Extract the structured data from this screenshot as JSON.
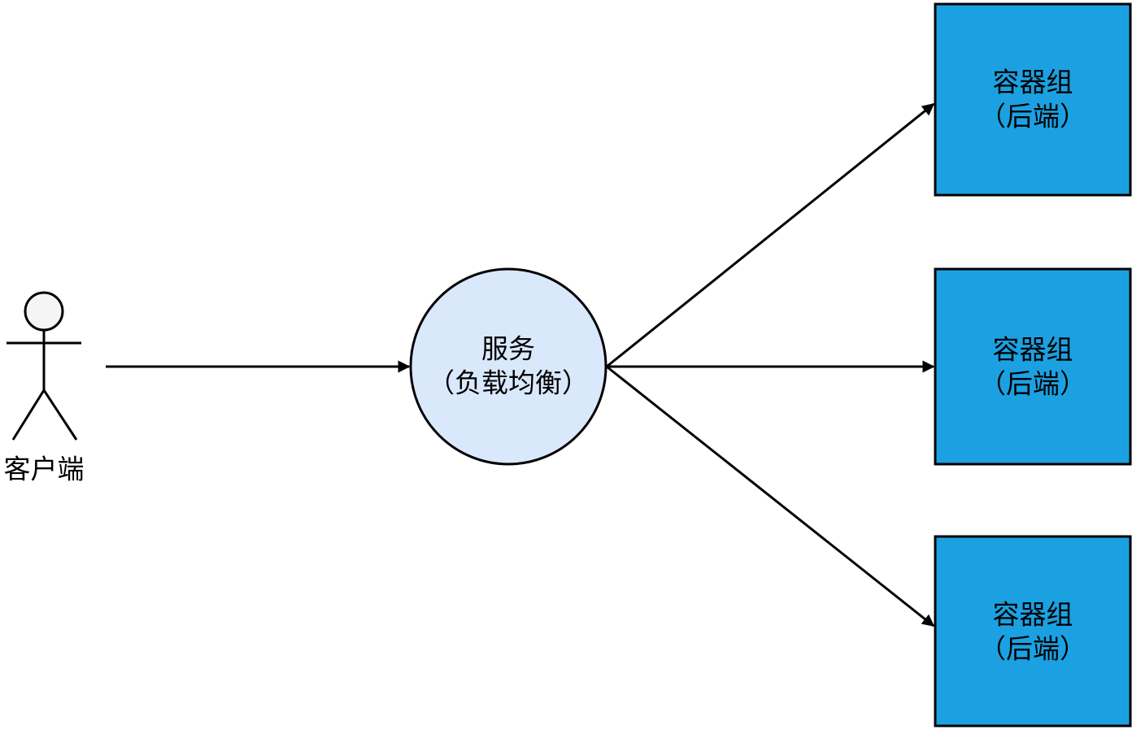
{
  "diagram": {
    "background_color": "#ffffff",
    "edge_color": "#000000",
    "actor": {
      "label": "客户端",
      "head_fill": "#f5f5f5",
      "stroke": "#000000"
    },
    "service": {
      "label_lines": [
        "服务",
        "（负载均衡）"
      ],
      "fill": "#dae8fc",
      "stroke": "#000000"
    },
    "backends": {
      "fill": "#1ba1e2",
      "stroke": "#000000",
      "items": [
        {
          "label_lines": [
            "容器组",
            "（后端）"
          ]
        },
        {
          "label_lines": [
            "容器组",
            "（后端）"
          ]
        },
        {
          "label_lines": [
            "容器组",
            "（后端）"
          ]
        }
      ]
    },
    "edges": [
      {
        "from": "client",
        "to": "service"
      },
      {
        "from": "service",
        "to": "backend-1"
      },
      {
        "from": "service",
        "to": "backend-2"
      },
      {
        "from": "service",
        "to": "backend-3"
      }
    ]
  }
}
